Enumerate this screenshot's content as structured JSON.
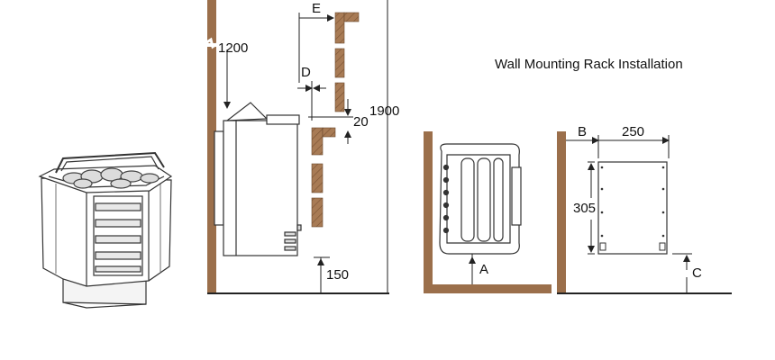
{
  "title": "Wall Mounting Rack Installation",
  "dimensions": {
    "ceiling_distance": "1200",
    "total_height": "1900",
    "floor_distance": "150",
    "side_gap": "20",
    "rack_width": "250",
    "rack_height": "305"
  },
  "labels": {
    "E": "E",
    "D": "D",
    "A": "A",
    "B": "B",
    "C": "C"
  },
  "colors": {
    "wood": "#9b6f4b",
    "wood_light": "#a87b55",
    "line": "#222222"
  }
}
